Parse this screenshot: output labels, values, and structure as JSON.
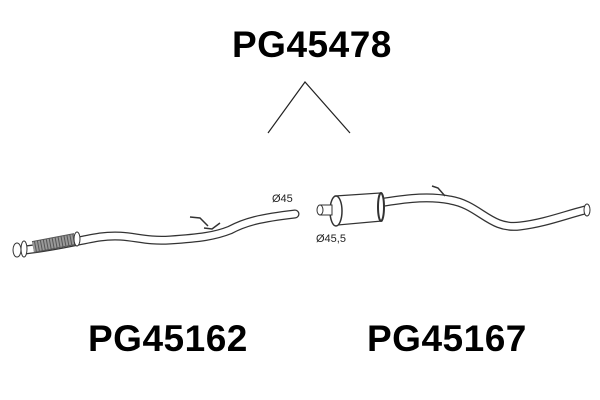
{
  "assembly_code": "PG45478",
  "parts": [
    {
      "code": "PG45162",
      "diameter_label": "Ø45"
    },
    {
      "code": "PG45167",
      "diameter_label": "Ø45,5"
    }
  ],
  "colors": {
    "line": "#222222",
    "text": "#000000"
  }
}
